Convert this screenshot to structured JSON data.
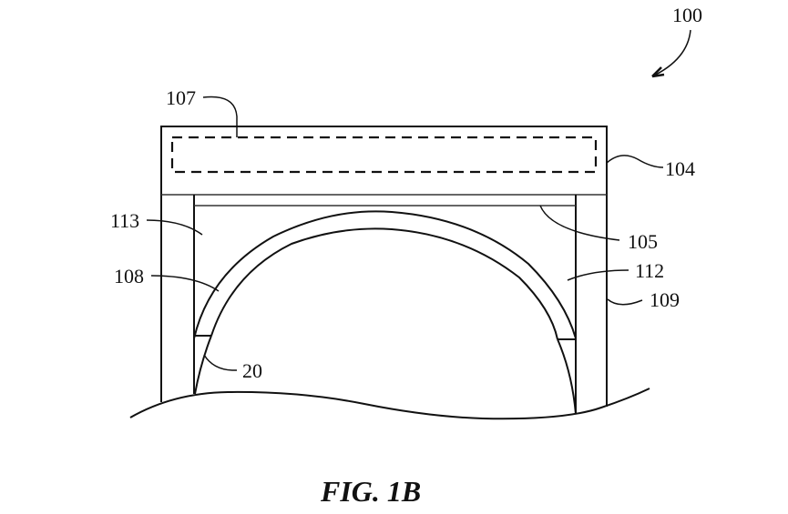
{
  "figure": {
    "caption": "FIG. 1B",
    "reference_numerals": {
      "device": "100",
      "housing": "104",
      "layer": "105",
      "component": "107",
      "lens": "108",
      "side_wall": "109",
      "right_chamber": "112",
      "left_chamber": "113",
      "eye": "20"
    }
  },
  "colors": {
    "line": "#111111",
    "background": "#ffffff"
  }
}
